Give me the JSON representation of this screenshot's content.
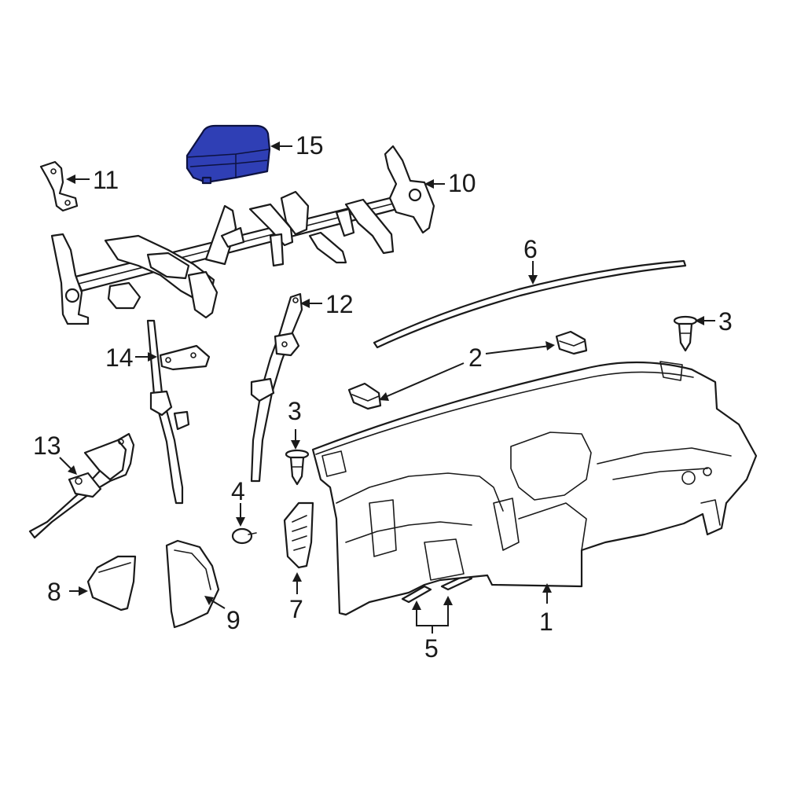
{
  "diagram": {
    "highlight_color": "#2f3fb5",
    "line_color": "#1a1a1a",
    "callouts": [
      {
        "key": "c1",
        "label": "1"
      },
      {
        "key": "c2",
        "label": "2"
      },
      {
        "key": "c3a",
        "label": "3"
      },
      {
        "key": "c3b",
        "label": "3"
      },
      {
        "key": "c4",
        "label": "4"
      },
      {
        "key": "c5",
        "label": "5"
      },
      {
        "key": "c6",
        "label": "6"
      },
      {
        "key": "c7",
        "label": "7"
      },
      {
        "key": "c8",
        "label": "8"
      },
      {
        "key": "c9",
        "label": "9"
      },
      {
        "key": "c10",
        "label": "10"
      },
      {
        "key": "c11",
        "label": "11"
      },
      {
        "key": "c12",
        "label": "12"
      },
      {
        "key": "c13",
        "label": "13"
      },
      {
        "key": "c14",
        "label": "14"
      },
      {
        "key": "c15",
        "label": "15"
      }
    ]
  }
}
